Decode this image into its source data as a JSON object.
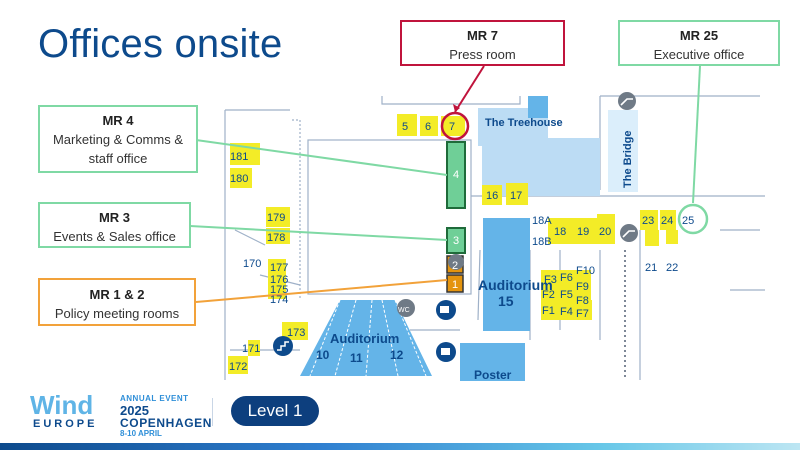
{
  "title": "Offices onsite",
  "callouts": {
    "mr7": {
      "heading": "MR 7",
      "text": "Press room"
    },
    "mr25": {
      "heading": "MR 25",
      "text": "Executive office"
    },
    "mr4": {
      "heading": "MR 4",
      "text": "Marketing & Comms & staff office"
    },
    "mr3": {
      "heading": "MR 3",
      "text": "Events & Sales office"
    },
    "mr12": {
      "heading": "MR 1 & 2",
      "text": "Policy meeting rooms"
    }
  },
  "map": {
    "rooms_top": [
      "5",
      "6",
      "7"
    ],
    "treehouse": "The Treehouse",
    "bridge": "The Bridge",
    "mr_column": [
      "4",
      "3",
      "2",
      "1"
    ],
    "rooms_mid": [
      "16",
      "17"
    ],
    "rooms_right": [
      "18A",
      "18B",
      "18",
      "19",
      "20"
    ],
    "rooms_far_right": [
      "23",
      "24",
      "25",
      "21",
      "22"
    ],
    "rooms_left": [
      "181",
      "180",
      "179",
      "178",
      "170",
      "177",
      "176",
      "175",
      "174",
      "173",
      "171",
      "172"
    ],
    "f_rooms": [
      "F3",
      "F6",
      "F10",
      "F2",
      "F5",
      "F9",
      "F1",
      "F4",
      "F8",
      "F7"
    ],
    "auditorium15": {
      "label": "Auditorium",
      "number": "15"
    },
    "auditorium_main": {
      "label": "Auditorium",
      "numbers": [
        "10",
        "11",
        "12"
      ]
    },
    "poster": "Poster",
    "wc": "WC"
  },
  "footer": {
    "brand_top": "Wind",
    "brand_bottom": "EUROPE",
    "event_line1": "ANNUAL EVENT",
    "event_year": "2025",
    "event_city": "COPENHAGEN",
    "event_dates": "8-10 APRIL",
    "level": "Level 1"
  },
  "colors": {
    "yellow": "#f3ec27",
    "green": "#6fcf97",
    "orange": "#e4940e",
    "blue": "#64b4e8",
    "navy": "#0d4a8c"
  }
}
